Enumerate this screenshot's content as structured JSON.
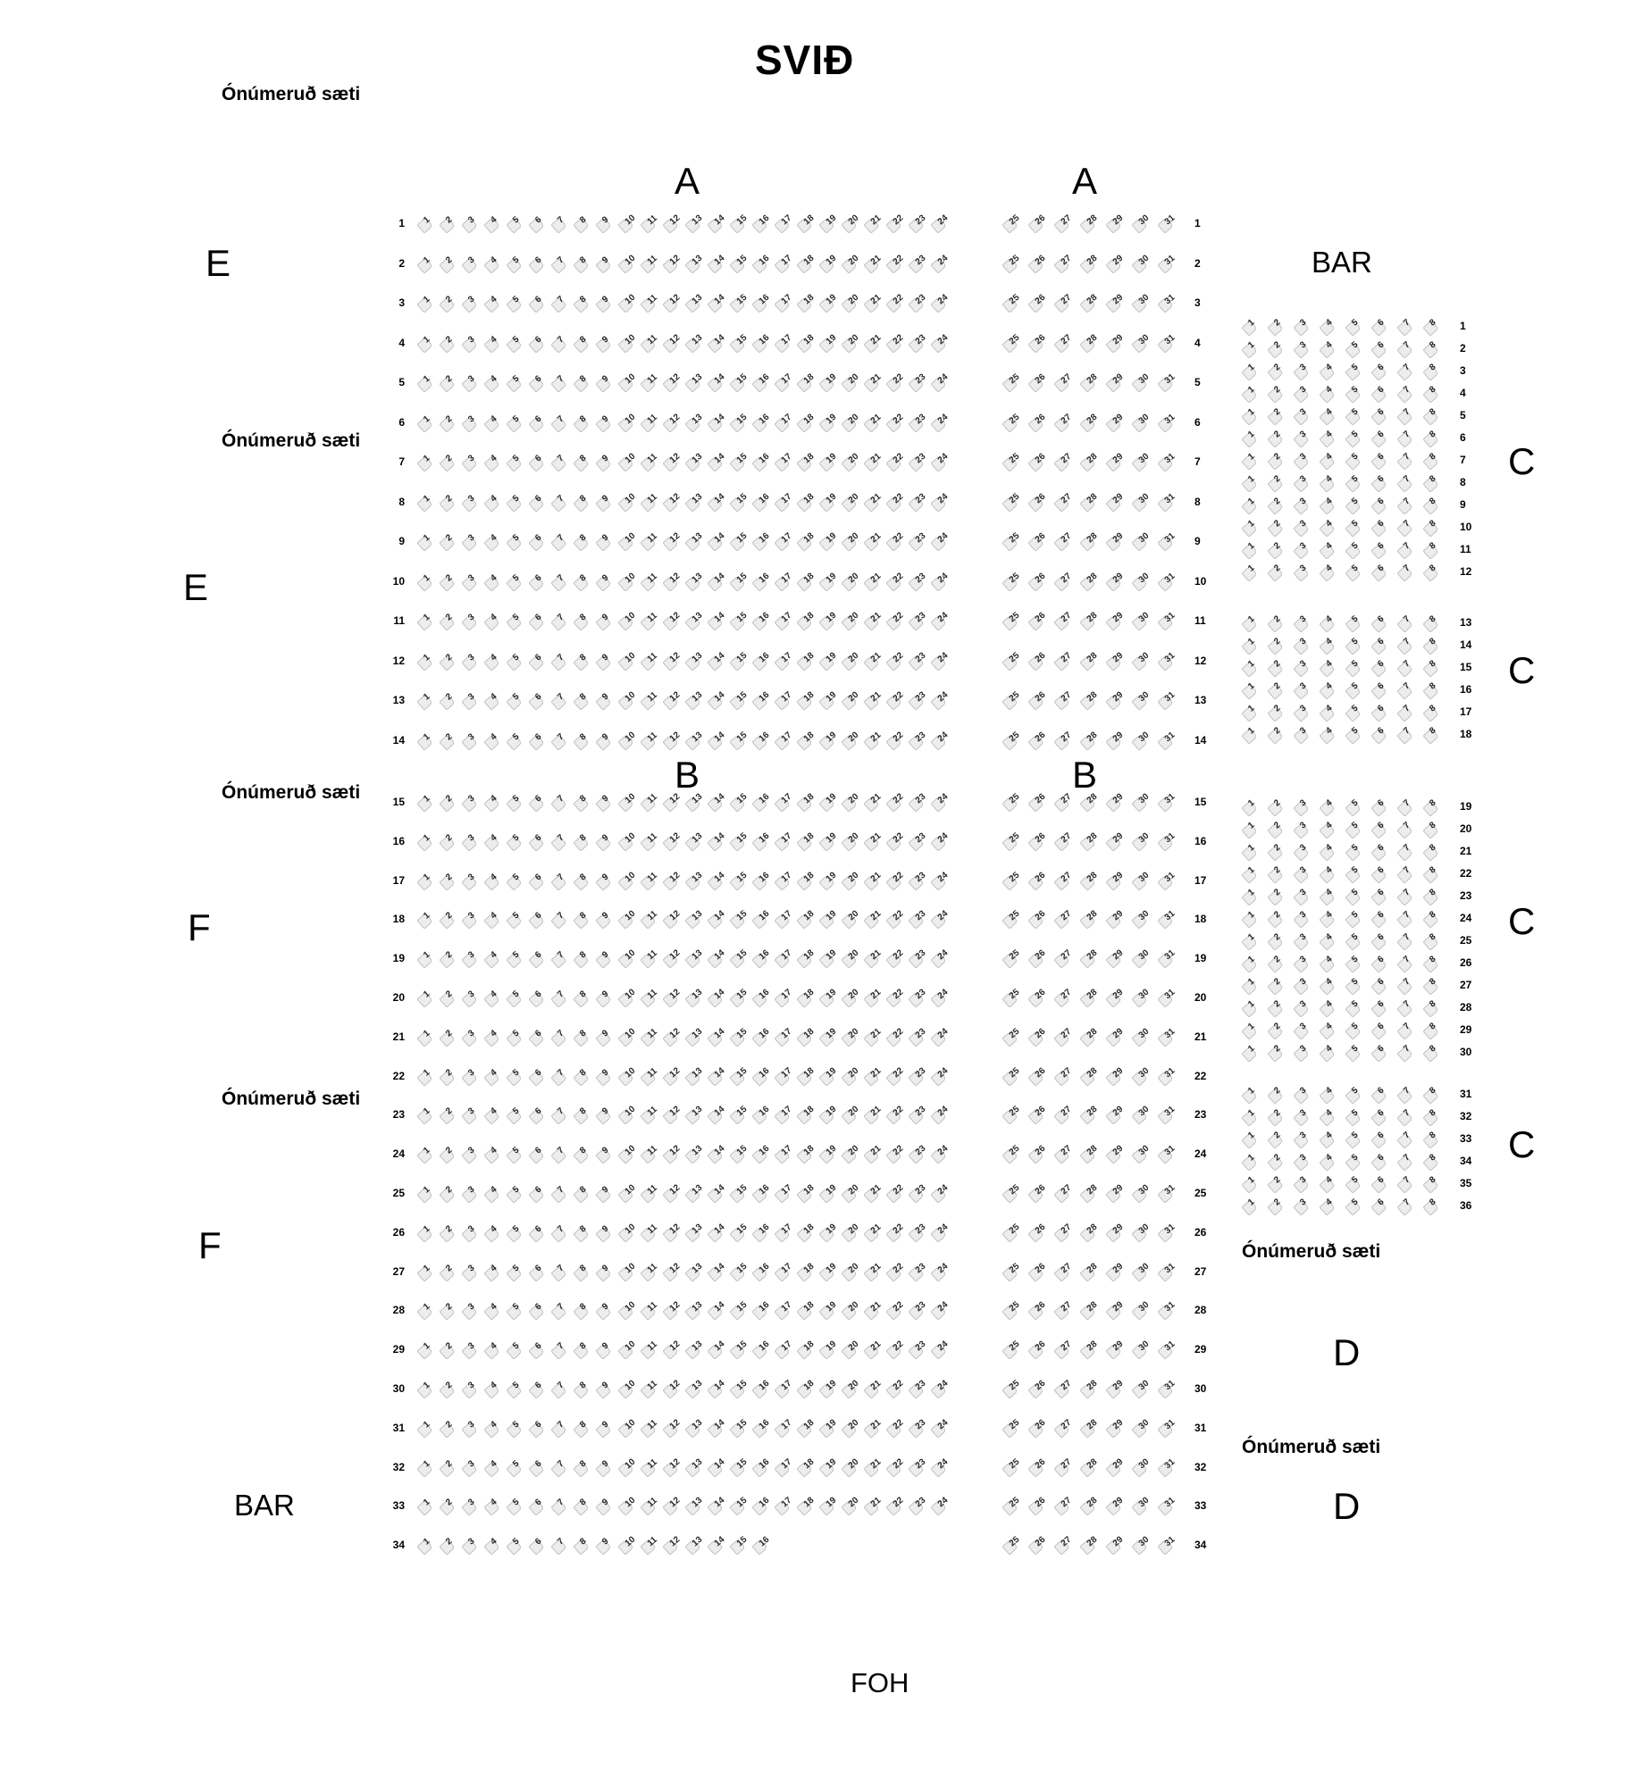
{
  "title": "SVIÐ",
  "foh": "FOH",
  "labels": {
    "unnumbered": "Ónúmeruð sæti",
    "bar": "BAR"
  },
  "sections": {
    "a": "A",
    "b": "B",
    "c": "C",
    "d": "D",
    "e": "E",
    "f": "F"
  },
  "left_block": {
    "row_first": 1,
    "row_last": 34,
    "section_a_last_row": 14,
    "section_b_first_row": 15,
    "seats_per_row": 24,
    "seat_number_start": 1,
    "last_row_seats": 16
  },
  "right_block": {
    "row_first": 1,
    "row_last": 34,
    "seats_per_row": 7,
    "seat_number_start": 25
  },
  "c_block": {
    "seats_per_row": 8,
    "seat_number_start": 1,
    "row_groups": [
      {
        "from": 1,
        "to": 12
      },
      {
        "from": 13,
        "to": 18
      },
      {
        "from": 19,
        "to": 30
      },
      {
        "from": 31,
        "to": 36
      }
    ]
  }
}
